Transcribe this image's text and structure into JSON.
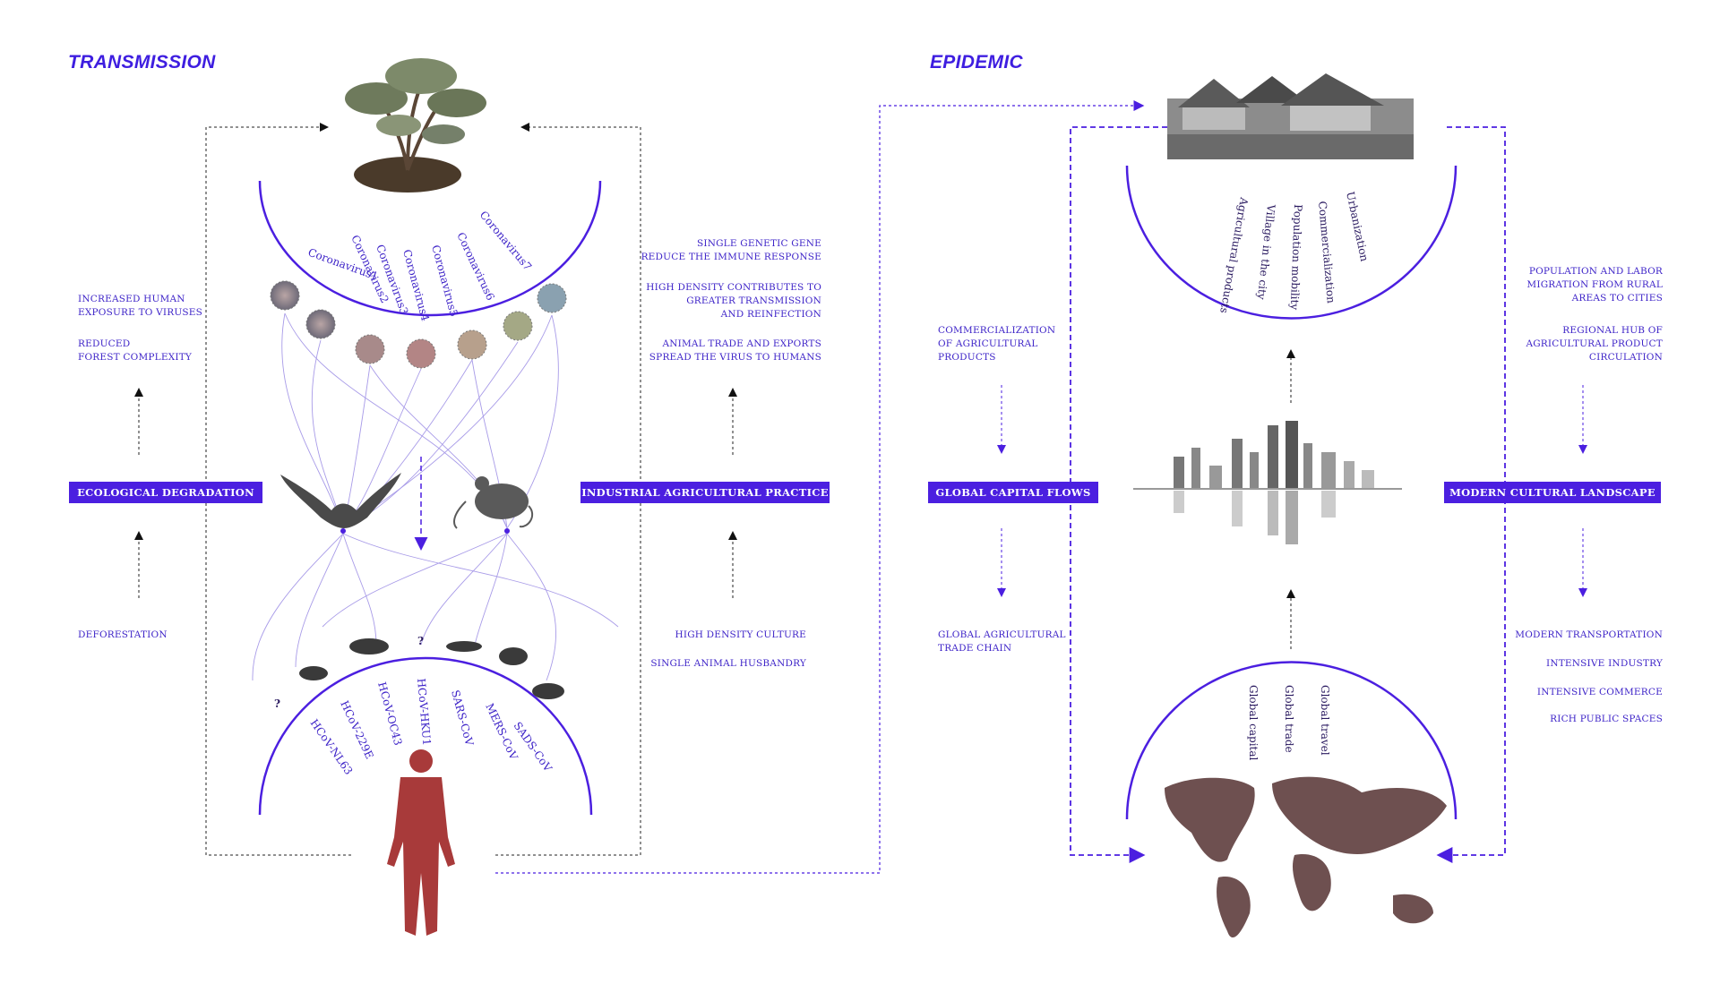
{
  "titles": {
    "left": "TRANSMISSION",
    "right": "EPIDEMIC"
  },
  "bands": {
    "ecological": "ECOLOGICAL DEGRADATION",
    "industrial": "INDUSTRIAL AGRICULTURAL PRACTICE",
    "capital": "GLOBAL CAPITAL FLOWS",
    "cultural": "MODERN CULTURAL LANDSCAPE"
  },
  "notes": {
    "exposure": "INCREASED HUMAN\nEXPOSURE TO VIRUSES",
    "forest": "REDUCED\nFOREST COMPLEXITY",
    "deforestation": "DEFORESTATION",
    "gene": "SINGLE GENETIC GENE\nREDUCE THE IMMUNE RESPONSE",
    "density": "HIGH DENSITY CONTRIBUTES TO\nGREATER TRANSMISSION\nAND REINFECTION",
    "trade": "ANIMAL TRADE AND EXPORTS\nSPREAD THE VIRUS TO HUMANS",
    "culture": "HIGH DENSITY CULTURE",
    "husbandry": "SINGLE ANIMAL HUSBANDRY",
    "commercialization": "COMMERCIALIZATION\nOF AGRICULTURAL\nPRODUCTS",
    "agrichain": "GLOBAL AGRICULTURAL\nTRADE CHAIN",
    "migration": "POPULATION AND LABOR\nMIGRATION FROM RURAL\nAREAS TO CITIES",
    "hub": "REGIONAL HUB OF\nAGRICULTURAL PRODUCT\nCIRCULATION",
    "transport": "MODERN TRANSPORTATION",
    "industry": "INTENSIVE INDUSTRY",
    "commerce": "INTENSIVE COMMERCE",
    "public": "RICH PUBLIC SPACES"
  },
  "coronaviruses": [
    "Coronavirus1",
    "Coronavirus2",
    "Coronavirus3",
    "Coronavirus4",
    "Coronavirus5",
    "Coronavirus6",
    "Coronavirus7"
  ],
  "human_coronaviruses": [
    "HCoV-NL63",
    "HCoV-229E",
    "HCoV-OC43",
    "HCoV-HKU1",
    "SARS-CoV",
    "MERS-CoV",
    "SADS-CoV"
  ],
  "village_factors": [
    "Agricultural products",
    "Village in the city",
    "Population mobility",
    "Commercialization",
    "Urbanization"
  ],
  "global_factors": [
    "Global capital",
    "Global trade",
    "Global travel"
  ],
  "question_mark": "?",
  "colors": {
    "accent": "#4b1fe0",
    "text": "#3e24c8"
  },
  "icons": [
    "tree-image",
    "bat-image",
    "mouse-image",
    "human-body-image",
    "village-image",
    "city-skyline-image",
    "world-map-image",
    "virus-icon",
    "animal-icon"
  ]
}
